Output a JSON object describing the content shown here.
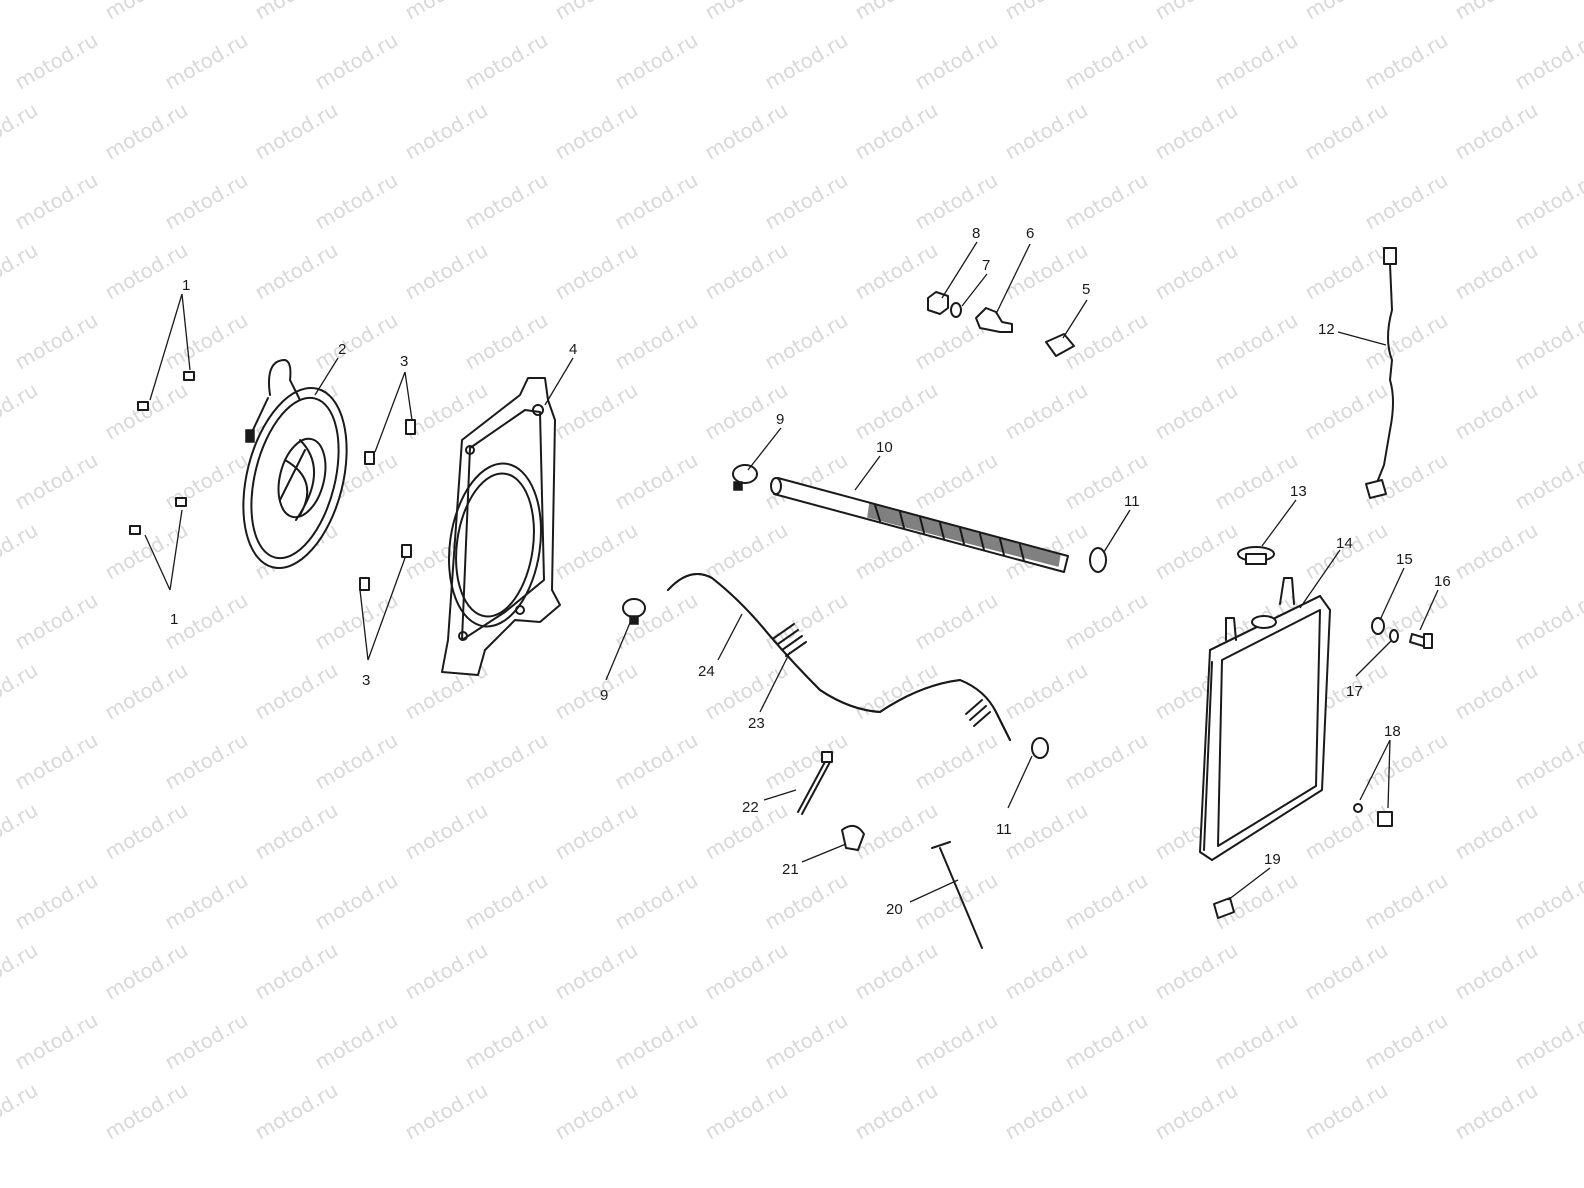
{
  "watermark": "motod.ru",
  "callouts": [
    {
      "id": "c1a",
      "label": "1"
    },
    {
      "id": "c1b",
      "label": "1"
    },
    {
      "id": "c2",
      "label": "2"
    },
    {
      "id": "c3a",
      "label": "3"
    },
    {
      "id": "c3b",
      "label": "3"
    },
    {
      "id": "c4",
      "label": "4"
    },
    {
      "id": "c5",
      "label": "5"
    },
    {
      "id": "c6",
      "label": "6"
    },
    {
      "id": "c7",
      "label": "7"
    },
    {
      "id": "c8",
      "label": "8"
    },
    {
      "id": "c9a",
      "label": "9"
    },
    {
      "id": "c9b",
      "label": "9"
    },
    {
      "id": "c10",
      "label": "10"
    },
    {
      "id": "c11a",
      "label": "11"
    },
    {
      "id": "c11b",
      "label": "11"
    },
    {
      "id": "c12",
      "label": "12"
    },
    {
      "id": "c13",
      "label": "13"
    },
    {
      "id": "c14",
      "label": "14"
    },
    {
      "id": "c15",
      "label": "15"
    },
    {
      "id": "c16",
      "label": "16"
    },
    {
      "id": "c17",
      "label": "17"
    },
    {
      "id": "c18",
      "label": "18"
    },
    {
      "id": "c19",
      "label": "19"
    },
    {
      "id": "c20",
      "label": "20"
    },
    {
      "id": "c21",
      "label": "21"
    },
    {
      "id": "c22",
      "label": "22"
    },
    {
      "id": "c23",
      "label": "23"
    },
    {
      "id": "c24",
      "label": "24"
    }
  ]
}
